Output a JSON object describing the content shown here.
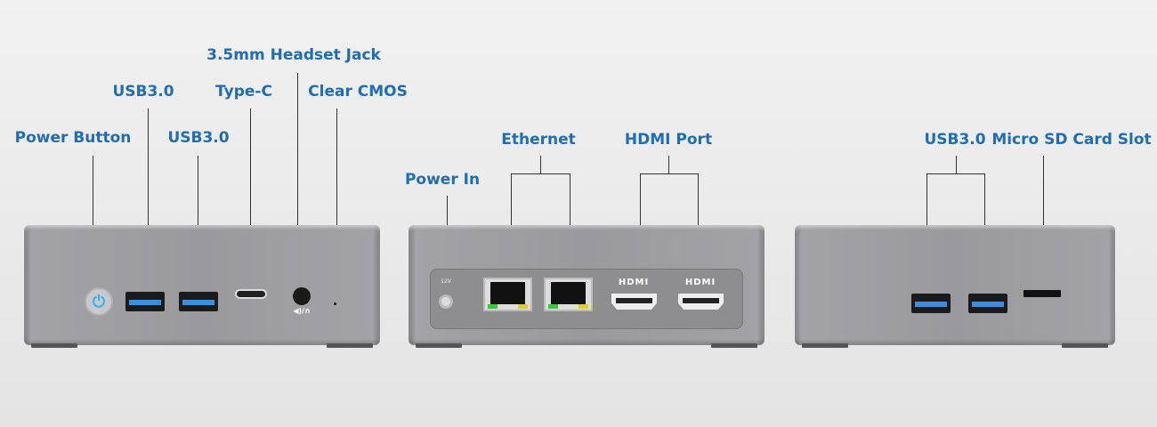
{
  "front": {
    "labels": {
      "power_button": "Power Button",
      "usb1": "USB3.0",
      "usb2": "USB3.0",
      "type_c": "Type-C",
      "headset": "3.5mm Headset Jack",
      "cmos": "Clear CMOS"
    },
    "audio_icon": "◀)/∩"
  },
  "rear": {
    "labels": {
      "power_in": "Power In",
      "ethernet": "Ethernet",
      "hdmi_port": "HDMI Port"
    },
    "hdmi_text": "HDMI",
    "dc_text": "12V"
  },
  "side": {
    "labels": {
      "usb": "USB3.0",
      "sd": "Micro SD Card Slot"
    }
  },
  "colors": {
    "label": "#1f6db3",
    "usb_blue": "#3c8fd9"
  }
}
